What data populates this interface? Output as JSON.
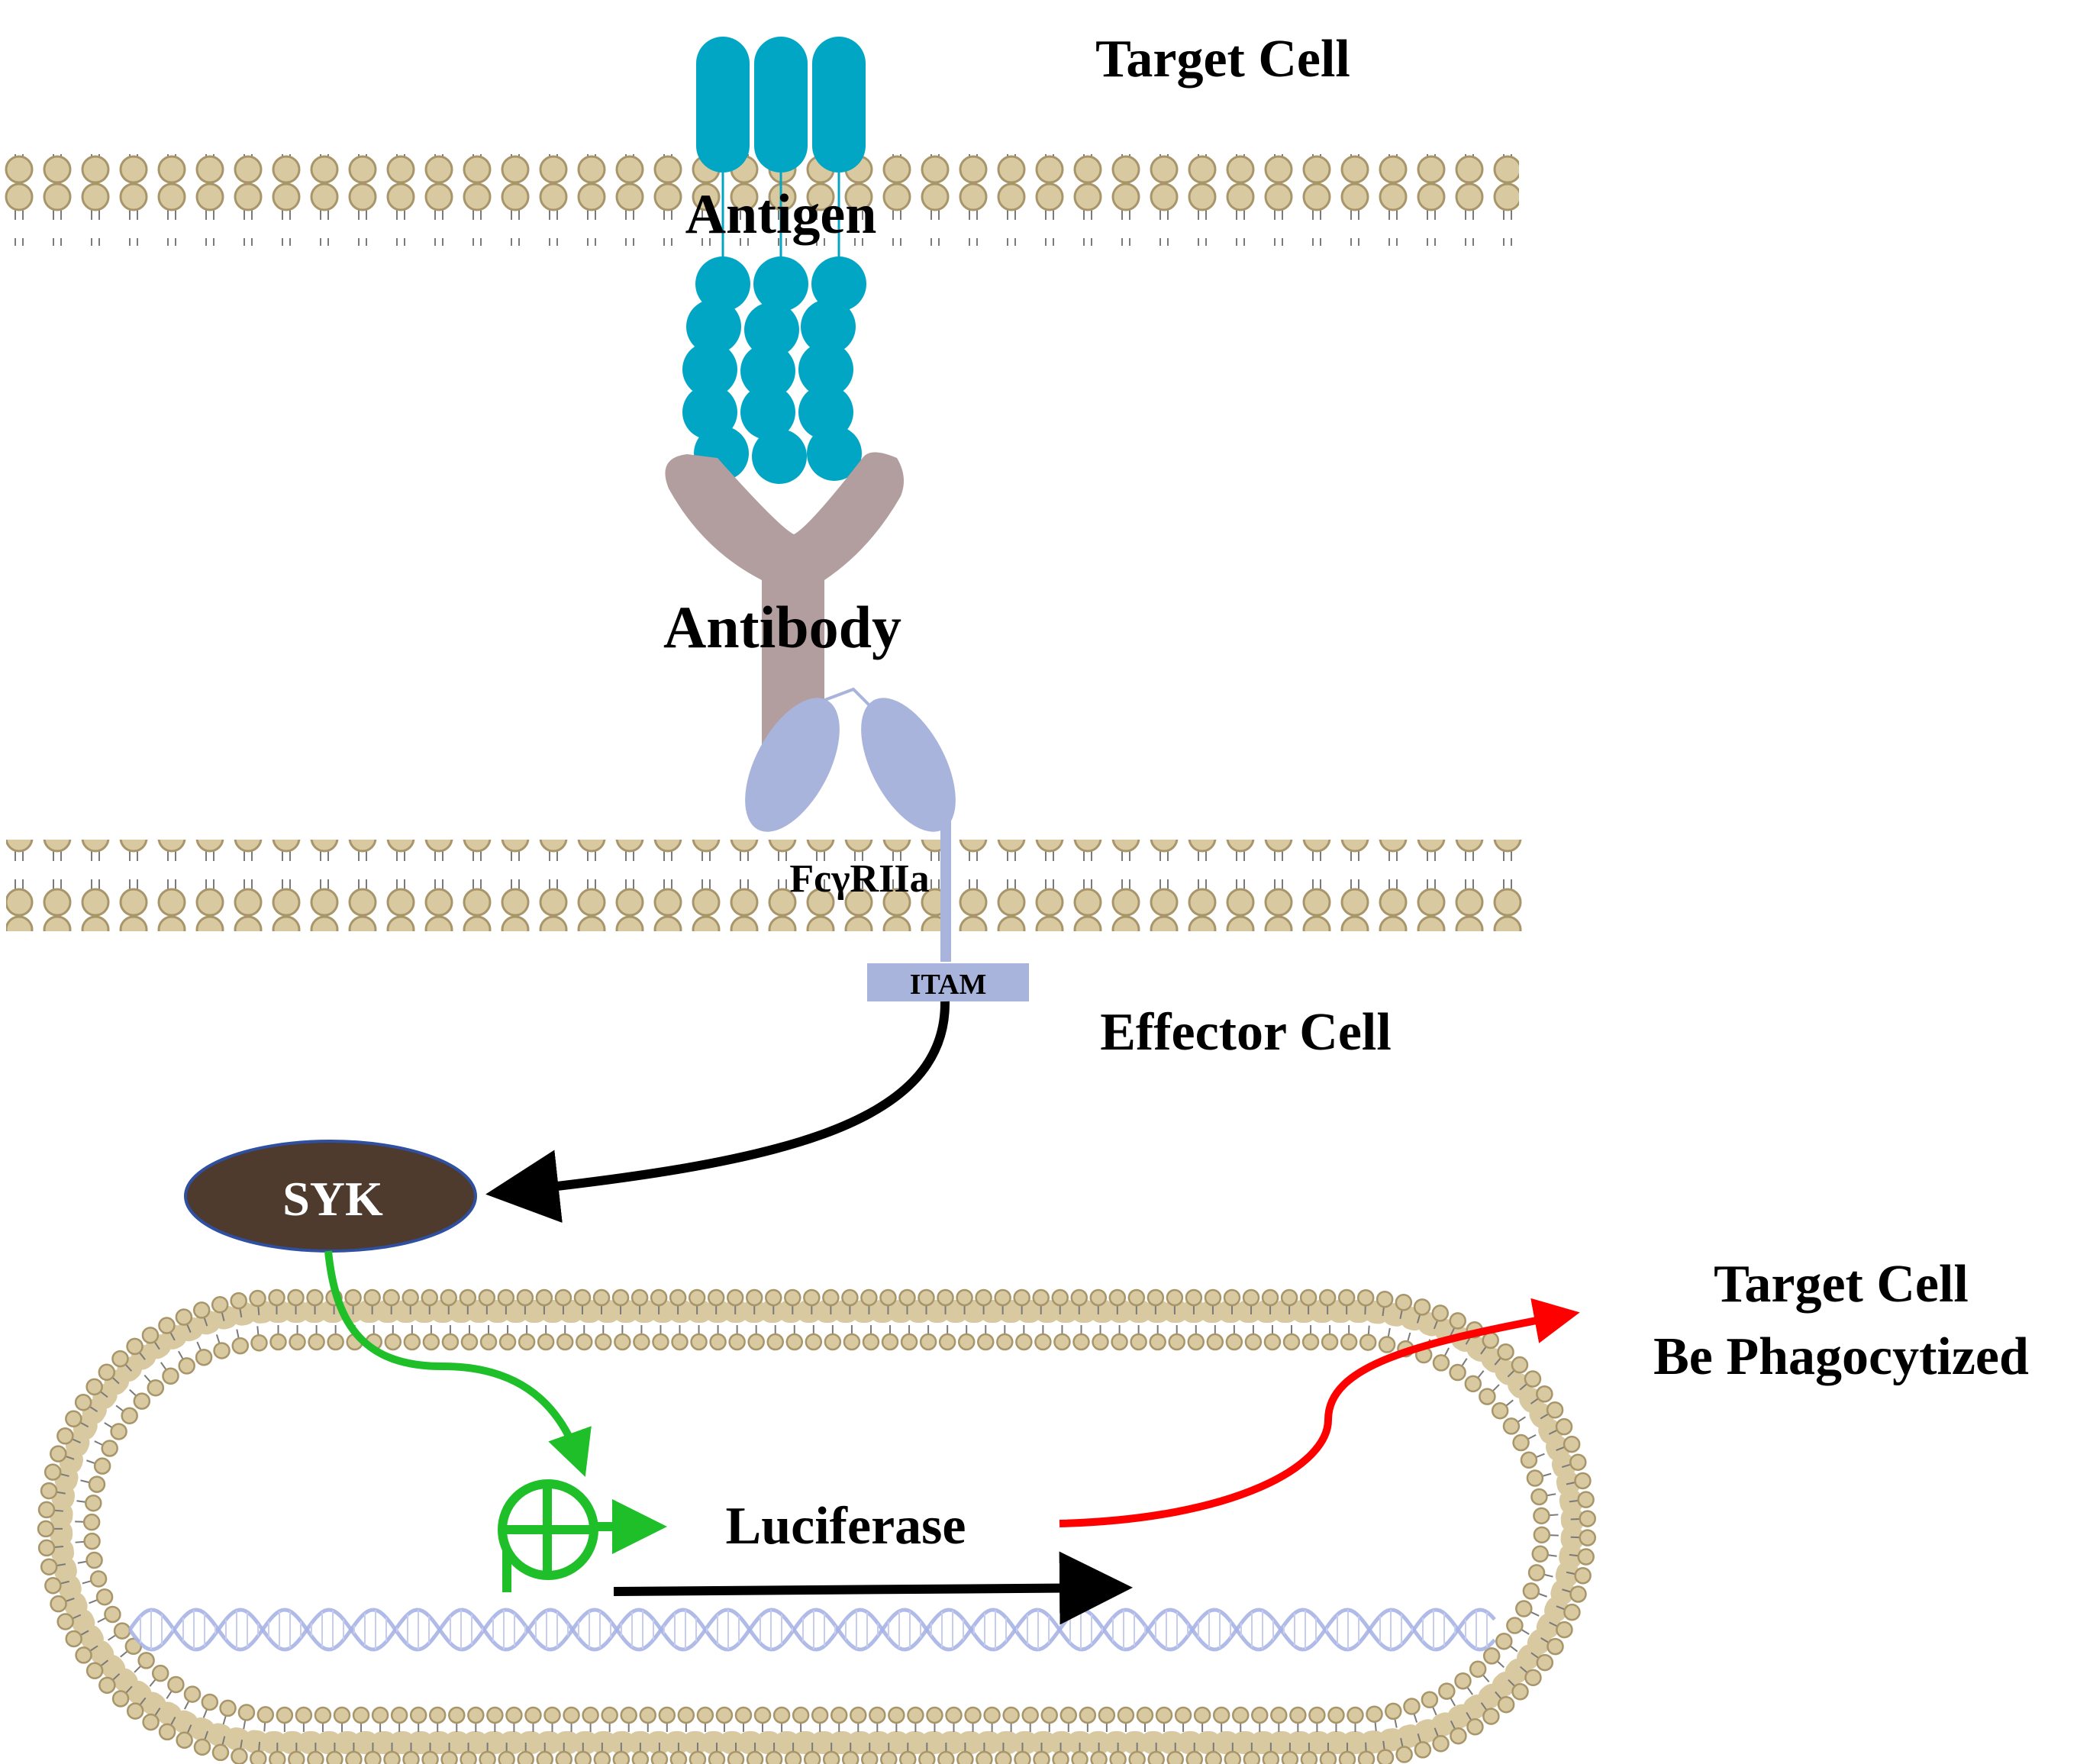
{
  "labels": {
    "target_cell": "Target Cell",
    "antigen": "Antigen",
    "antibody": "Antibody",
    "receptor": "FcγRIIa",
    "itam": "ITAM",
    "effector_cell": "Effector Cell",
    "syk": "SYK",
    "luciferase": "Luciferase",
    "outcome_line1": "Target Cell",
    "outcome_line2": "Be Phagocytized"
  },
  "colors": {
    "membrane_head": "#d8c9a0",
    "membrane_head_stroke": "#a8966a",
    "membrane_tail": "#7a7a7a",
    "antigen": "#00a6c4",
    "antibody": "#b29e9e",
    "receptor": "#a9b4dc",
    "syk_fill": "#4e3b2e",
    "syk_stroke": "#2f4fa0",
    "syk_text": "#ffffff",
    "activation_arrow": "#000000",
    "promoter": "#1fbf2a",
    "expression_arrow": "#000000",
    "outcome_arrow": "#ff0000",
    "dna": "#a9b4e6"
  }
}
